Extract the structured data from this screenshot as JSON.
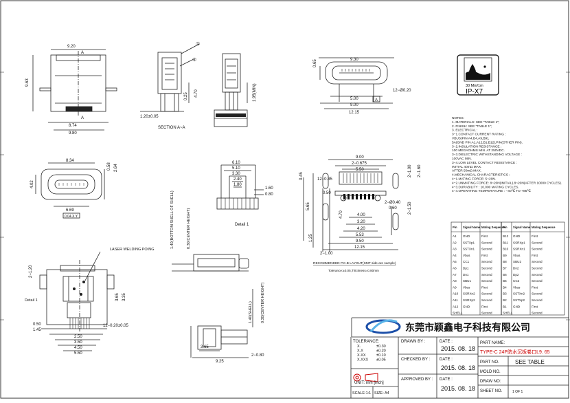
{
  "views": {
    "top": {
      "dim_width": "9.20",
      "dim_height": "9.63",
      "dim_a": "8.74",
      "dim_b": "9.80",
      "section_label_a": "A",
      "section_label_b": "A"
    },
    "section": {
      "title": "SECTION A~A",
      "dim_pitch": "1.20±0.05",
      "dim_025": "0.25",
      "dim_470": "4.70",
      "dim_195": "1.95(MIN)",
      "balloon_1": "①",
      "balloon_2": "②"
    },
    "front": {
      "dim_065": "0.65",
      "dim_500": "5.00",
      "dim_900": "9.00",
      "dim_1215": "12.15",
      "dim_12_020": "12−Ø0.20",
      "dim_930": "9.30",
      "ref_a": "A"
    },
    "mid": {
      "dim_834": "8.34",
      "dim_264": "2.64",
      "dim_058": "0.58",
      "dim_402": "4.02",
      "dim_669": "6.69",
      "tol_frame": "0.04 X Y"
    },
    "detail": {
      "dim_610": "6.10",
      "dim_510": "5.10",
      "dim_330": "3.30",
      "dim_240": "2.40",
      "dim_180": "1.80",
      "dim_160": "1.60",
      "dim_080": "0.80",
      "label": "Detail 1",
      "vert_label_1": "1.40(BOTTOM SHELL OF SHELL)",
      "vert_label_2": "0.30(CENTER HEIGHT)"
    },
    "pcb": {
      "dim_900": "9.00",
      "dim_2_0675": "2−0.675",
      "dim_550": "5.50",
      "dim_045": "0.45",
      "dim_12_035": "12−0.35",
      "dim_050": "0.50",
      "dim_2_100": "2−1.00",
      "dim_2_150": "2−1.50",
      "dim_2_160": "2−1.60",
      "dim_2_040": "2−Ø0.40",
      "dim_060": "0.60",
      "dim_470": "4.70",
      "dim_565": "5.65",
      "dim_400": "4.00",
      "dim_320": "3.20",
      "dim_420": "4.20",
      "dim_553": "5.53",
      "dim_950": "9.50",
      "dim_1215": "12.15",
      "dim_125": "1.25",
      "dim_bottom_2_100": "2−1.00",
      "pcb_title": "RECOMMENDED P.C.B LAYOUT(SMT side are sample)",
      "pcb_tol": "Tolerance:±0.05,Thickness=0.80mm"
    },
    "bottom": {
      "laser_label": "LASER WELDING POING",
      "dim_2_120": "2−1.20",
      "dim_050": "0.50",
      "dim_145": "1.45",
      "dim_250": "2.50",
      "dim_350": "3.50",
      "dim_450": "4.50",
      "dim_550": "5.50",
      "dim_12_020": "12−0.20±0.05",
      "dim_365": "3.65",
      "dim_335": "3.35",
      "label": "Detail 1"
    },
    "side2": {
      "dim_365": "3.65",
      "dim_925": "9.25",
      "dim_2_080": "2−0.80",
      "vert_label_1": "1.40(SHELL)",
      "vert_label_2": "0.30(CENTER HEIGHT)"
    }
  },
  "ip_badge": {
    "rating": "30 Min/1m",
    "code": "IP-X7"
  },
  "notes": [
    "NOTES:",
    "1. MATERIALS: SEE \"TABLE 1\";",
    "2. FINISH: SEE \"TABLE 1\";",
    "3. ELECTRICAL :",
    "  3−1.CONTACT CURRENT RATING :",
    "    VBUS(PIN A4,B4,A9,B9),",
    "    5A(GND PIN A1,A12,B1,B12),PIN(OTHER PIN).",
    "  3−2.INSULATION RESISTANCE :",
    "    100 MEGAOHMS MIN. AT 250VDC.",
    "  3−3.DIELECTRIC WITHSTANDING VOLTAGE :",
    "    100VAC MIN.",
    "  3−4.LOW LEVEL CONTACT RESISTANCE :",
    "    INITIAL 40mΩ MAX.",
    "    AFTER 50mΩ MAX.",
    "4.MECHANICAL CHARACTERISTICS :",
    "  4−1.MATING FORCE: 5~20N.",
    "  4−2.UNMATING FORCE: 8~20N(INITIAL),8~20N(AFTER 10000 CYCLES).",
    "  4−3.DURABILITY : 10,000 MATING CYCLES.",
    "  4−4.OPERATING TEMPERATURE : −40℃ TO +85℃"
  ],
  "pin_table": {
    "headers": [
      "Pin",
      "Signal Name",
      "Mating Sequence",
      "Pin",
      "Signal Name",
      "Mating Sequence"
    ],
    "rows": [
      [
        "A1",
        "GND",
        "First",
        "B12",
        "GND",
        "First"
      ],
      [
        "A2",
        "SSTXp1",
        "Second",
        "B11",
        "SSRXp1",
        "Second"
      ],
      [
        "A3",
        "SSTXn1",
        "Second",
        "B10",
        "SSRXn1",
        "Second"
      ],
      [
        "A4",
        "Vbus",
        "First",
        "B9",
        "Vbus",
        "First"
      ],
      [
        "A5",
        "CC1",
        "Second",
        "B8",
        "SBU2",
        "Second"
      ],
      [
        "A6",
        "Dp1",
        "Second",
        "B7",
        "Dn2",
        "Second"
      ],
      [
        "A7",
        "Dn1",
        "Second",
        "B6",
        "Dp2",
        "Second"
      ],
      [
        "A8",
        "SBU1",
        "Second",
        "B5",
        "CC2",
        "Second"
      ],
      [
        "A9",
        "Vbus",
        "First",
        "B4",
        "Vbus",
        "First"
      ],
      [
        "A10",
        "SSRXn2",
        "Second",
        "B3",
        "SSTXn2",
        "Second"
      ],
      [
        "A11",
        "SSRXp2",
        "Second",
        "B2",
        "SSTXp2",
        "Second"
      ],
      [
        "A12",
        "GND",
        "First",
        "B1",
        "GND",
        "First"
      ],
      [
        "SHELL",
        "",
        "Second",
        "SHELL",
        "",
        "Second"
      ]
    ]
  },
  "company": {
    "name": "东莞市颖鑫电子科技有限公司"
  },
  "title_block": {
    "tolerance_label": "TOLERANCE:",
    "tol_rows": [
      [
        "X.",
        "±0.30"
      ],
      [
        "X.X",
        "±0.20"
      ],
      [
        "X.XX",
        "±0.10"
      ],
      [
        "X.XXX",
        "±0.05"
      ]
    ],
    "unit_label": "UNIT: mm [inch]",
    "scale": "SCALE:1:1",
    "size": "SIZE: A4",
    "drawn_by": "DRAWN BY :",
    "checked_by": "CHECKED BY :",
    "approved_by": "APPROVED BY :",
    "date_label": "DATE :",
    "date_1": "2015. 08. 18",
    "date_2": "2015. 08. 18",
    "date_3": "2015. 08. 18",
    "part_name_label": "PART NAME:",
    "part_name": "TYPE-C 24P防水沉板卷口L9. 65",
    "part_no_label": "PART NO.",
    "part_no": "SEE  TABLE",
    "mold_no_label": "MOLD NO.",
    "draw_no_label": "DRAW NO:",
    "sheet_no_label": "SHEET NO.",
    "sheet_no": "1 OF 1"
  }
}
